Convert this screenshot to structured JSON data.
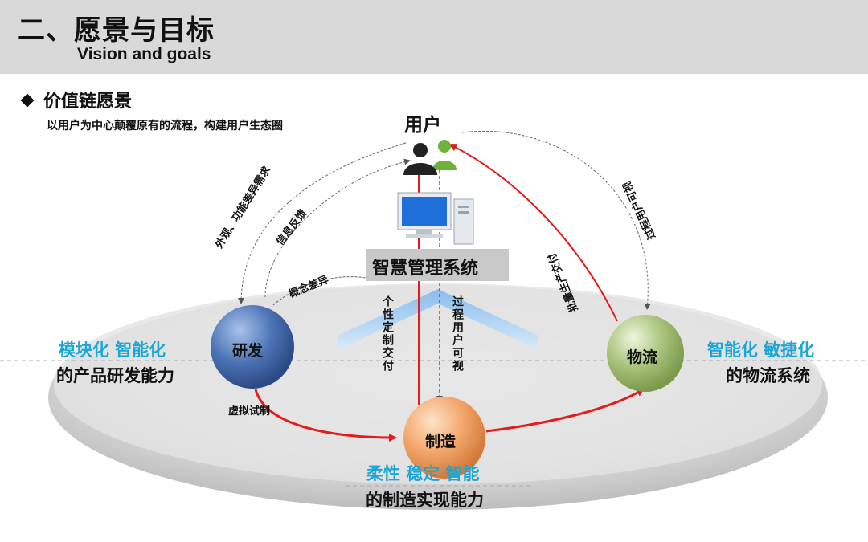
{
  "header": {
    "title": "二、愿景与目标",
    "subtitle": "Vision and goals"
  },
  "section": {
    "bullet": "价值链愿景",
    "tagline": "以用户为中心颠覆原有的流程，构建用户生态圈"
  },
  "nodes": {
    "user": "用户",
    "system": "智慧管理系统",
    "rnd": "研发",
    "manufacturing": "制造",
    "logistics": "物流"
  },
  "arrows": {
    "demand": "外观、功能差异需求",
    "feedback": "信息反馈",
    "concept": "概念差异",
    "custom_delivery": "个性定制交付",
    "process_visible_mid": "过程用户可视",
    "batch_delivery": "批量生产交付",
    "process_visible_right": "过程用户可视",
    "virtual_trial": "虚拟试制"
  },
  "capabilities": {
    "rnd": {
      "keywords": "模块化  智能化",
      "text": "的产品研发能力"
    },
    "logistics": {
      "keywords": "智能化  敏捷化",
      "text": "的物流系统"
    },
    "manufacturing": {
      "keywords": "柔性  稳定  智能",
      "text": "的制造实现能力"
    }
  },
  "colors": {
    "header_bg": "#d9d9d9",
    "accent_cyan": "#1aa6d6",
    "arrow_red": "#e51c1c",
    "rnd_sphere": "#3f67a8",
    "manufacturing_sphere": "#f3a66b",
    "logistics_sphere": "#9fbd6d"
  },
  "icons": [
    "user-group-icon",
    "computer-icon"
  ]
}
